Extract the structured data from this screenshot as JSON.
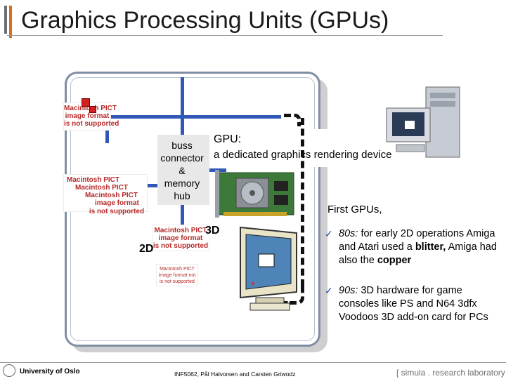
{
  "slide": {
    "title": "Graphics Processing Units (GPUs)"
  },
  "diagram": {
    "hub_label_lines": [
      "buss",
      "connector",
      "&",
      "memory",
      "hub"
    ],
    "gpu_title": "GPU:",
    "gpu_description": "a dedicated graphics rendering device",
    "label_3d": "3D",
    "label_2d": "2D",
    "placeholders": [
      [
        "Macintosh PICT",
        "image format",
        "is not supported"
      ],
      [
        "Macintosh PICT",
        "image format",
        "is not supported"
      ],
      [
        "Macintosh PICT",
        "image format",
        "is not supported"
      ]
    ],
    "placeholder_stack_labels": [
      "Macintosh PICT",
      "Macintosh PICT",
      "Macintosh PICT",
      "image format",
      "is not supported"
    ],
    "placeholder_small": [
      "Macintosh PICT",
      "image format not",
      "is not supported"
    ]
  },
  "notes": {
    "heading": "First GPUs,",
    "bullets": [
      {
        "era": "80s:",
        "text_1": " for early 2D operations Amiga and Atari used a ",
        "strong_1": "blitter,",
        "text_2": " Amiga had also the ",
        "strong_2": "copper"
      },
      {
        "era": "90s:",
        "text_1": " 3D hardware for game consoles like PS and N64 3dfx Voodoos 3D add-on card for PCs"
      }
    ]
  },
  "footer": {
    "institution": "University of Oslo",
    "authors": "INF5062, Pål Halvorsen and Carsten Griwodz",
    "lab_prefix": "[ simula",
    "lab_dot": ".",
    "lab_suffix": " research laboratory ]"
  },
  "colors": {
    "accent_orange": "#d0711b",
    "bus_blue": "#2f58b8",
    "frame_border": "#7f8ea3"
  },
  "icons": [
    "university-seal-icon",
    "computer-tower-icon",
    "gpu-card-icon",
    "crt-monitor-icon",
    "check-icon"
  ]
}
